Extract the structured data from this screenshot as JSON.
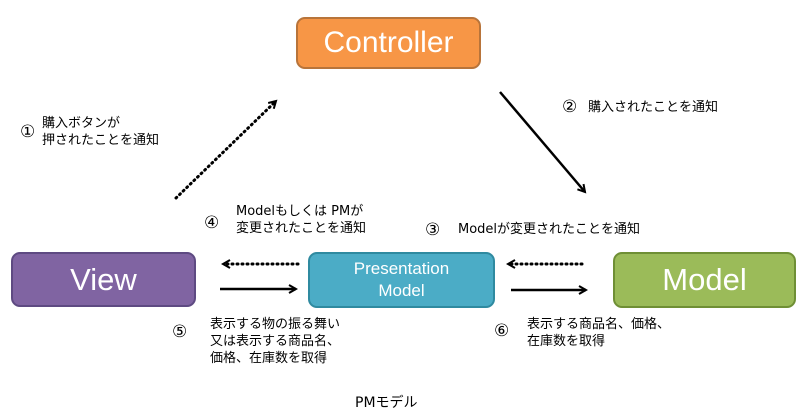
{
  "title": "PMモデル",
  "colors": {
    "controller": "#f79646",
    "view": "#8064a2",
    "presentation_model": "#4bacc6",
    "model": "#9bbb59",
    "arrow": "#000000"
  },
  "nodes": {
    "controller": "Controller",
    "view": "View",
    "presentation_model": [
      "Presentation",
      "Model"
    ],
    "model": "Model"
  },
  "steps": [
    {
      "num": "①",
      "lines": [
        "購入ボタンが",
        "押されたことを通知"
      ],
      "from": "View",
      "to": "Controller",
      "style": "dotted"
    },
    {
      "num": "②",
      "lines": [
        "購入されたことを通知"
      ],
      "from": "Controller",
      "to": "Model",
      "style": "solid"
    },
    {
      "num": "③",
      "lines": [
        "Modelが変更されたことを通知"
      ],
      "from": "Model",
      "to": "Presentation Model",
      "style": "dotted"
    },
    {
      "num": "④",
      "lines": [
        "Modelもしくは PMが",
        "変更されたことを通知"
      ],
      "from": "Presentation Model",
      "to": "View",
      "style": "dotted"
    },
    {
      "num": "⑤",
      "lines": [
        "表示する物の振る舞い",
        "又は表示する商品名、",
        "価格、在庫数を取得"
      ],
      "from": "View",
      "to": "Presentation Model",
      "style": "solid"
    },
    {
      "num": "⑥",
      "lines": [
        "表示する商品名、価格、",
        "在庫数を取得"
      ],
      "from": "Presentation Model",
      "to": "Model",
      "style": "solid"
    }
  ]
}
